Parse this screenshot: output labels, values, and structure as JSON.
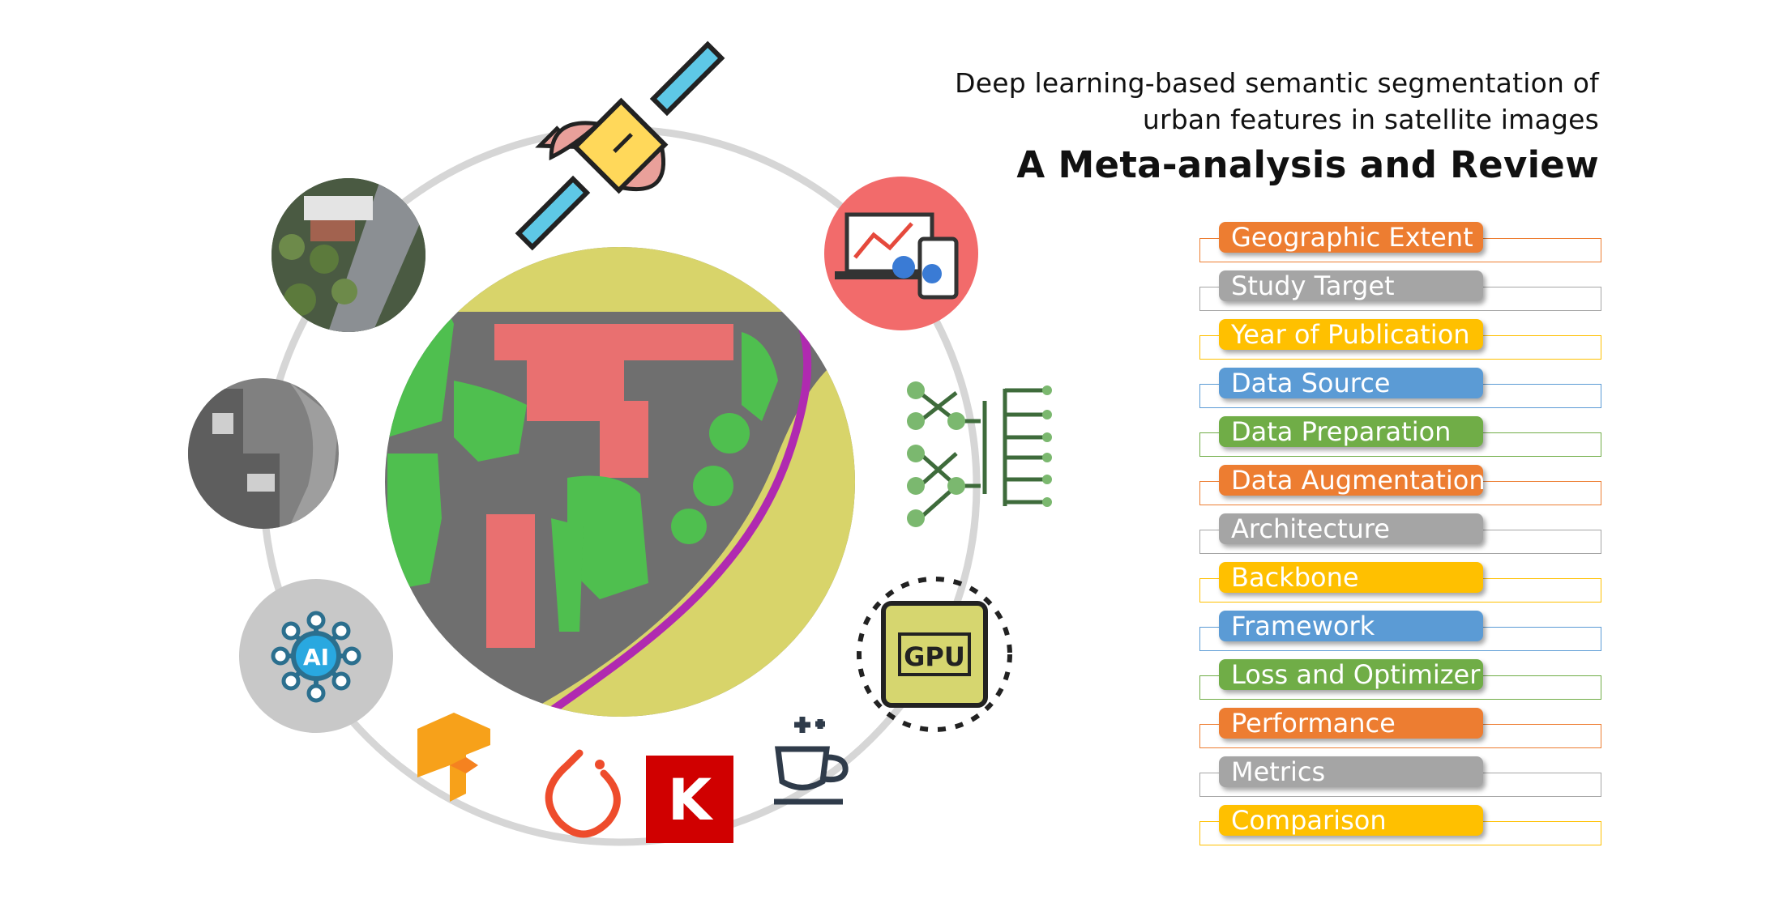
{
  "title": {
    "line1": "Deep learning-based semantic segmentation of",
    "line2": "urban features in satellite images",
    "main": "A Meta-analysis and Review"
  },
  "topics": [
    {
      "label": "Geographic Extent",
      "color": "#ED7D31"
    },
    {
      "label": "Study Target",
      "color": "#A5A5A5"
    },
    {
      "label": "Year of Publication",
      "color": "#FFC000"
    },
    {
      "label": "Data Source",
      "color": "#5B9BD5"
    },
    {
      "label": "Data Preparation",
      "color": "#70AD47"
    },
    {
      "label": "Data Augmentation",
      "color": "#ED7D31"
    },
    {
      "label": "Architecture",
      "color": "#A5A5A5"
    },
    {
      "label": "Backbone",
      "color": "#FFC000"
    },
    {
      "label": "Framework",
      "color": "#5B9BD5"
    },
    {
      "label": "Loss and Optimizer",
      "color": "#70AD47"
    },
    {
      "label": "Performance",
      "color": "#ED7D31"
    },
    {
      "label": "Metrics",
      "color": "#A5A5A5"
    },
    {
      "label": "Comparison",
      "color": "#FFC000"
    }
  ],
  "icons": {
    "gpu_label": "GPU",
    "ai_label": "AI",
    "keras_label": "K"
  }
}
